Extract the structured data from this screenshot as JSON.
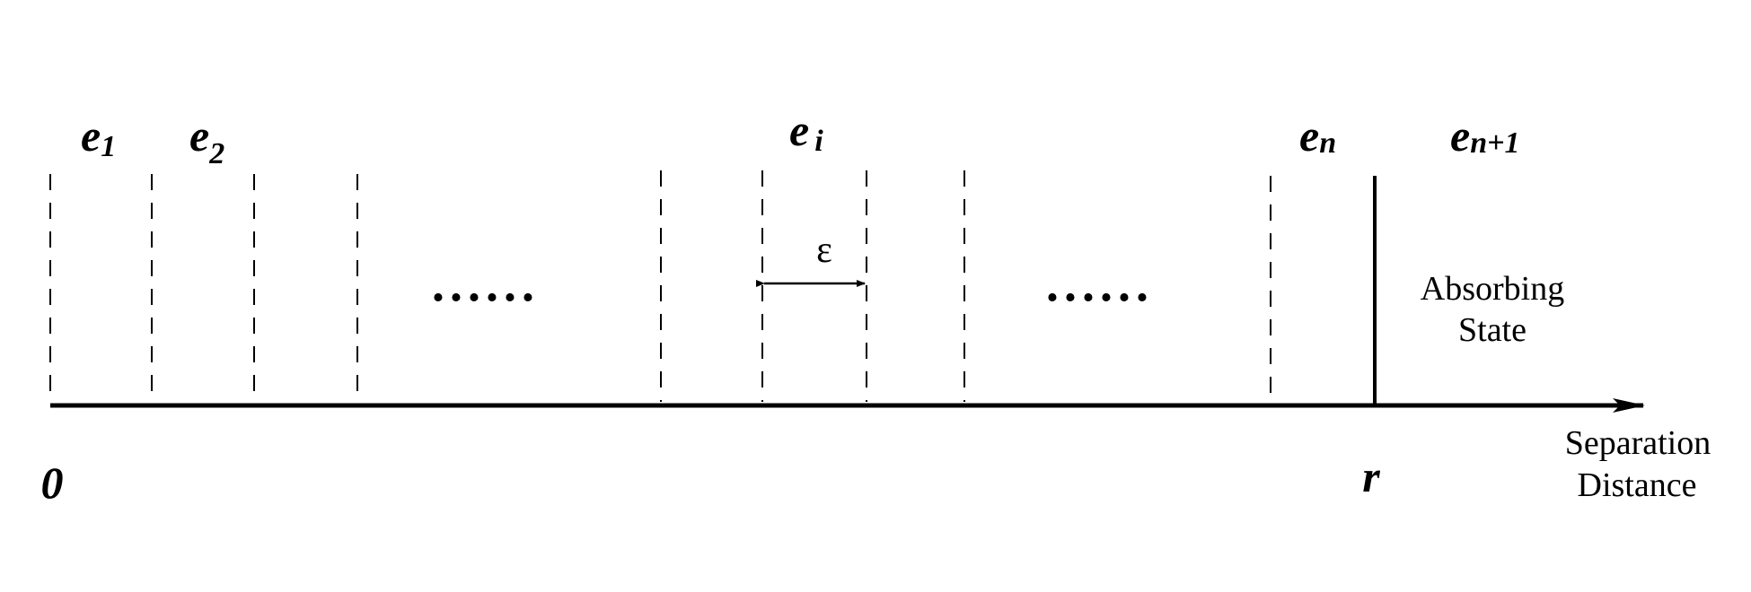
{
  "states": [
    {
      "base": "e",
      "sub": "1"
    },
    {
      "base": "e",
      "sub": "2"
    },
    {
      "base": "e",
      "sub": "i"
    },
    {
      "base": "e",
      "sub": "n"
    },
    {
      "base": "e",
      "sub": "n+1"
    }
  ],
  "epsilon": "ε",
  "ellipsis": "......",
  "absorbing": {
    "line1": "Absorbing",
    "line2": "State"
  },
  "axis": {
    "origin": "0",
    "r": "r",
    "label_line1": "Separation",
    "label_line2": "Distance"
  },
  "colors": {
    "ink": "#000000",
    "background": "#ffffff"
  }
}
